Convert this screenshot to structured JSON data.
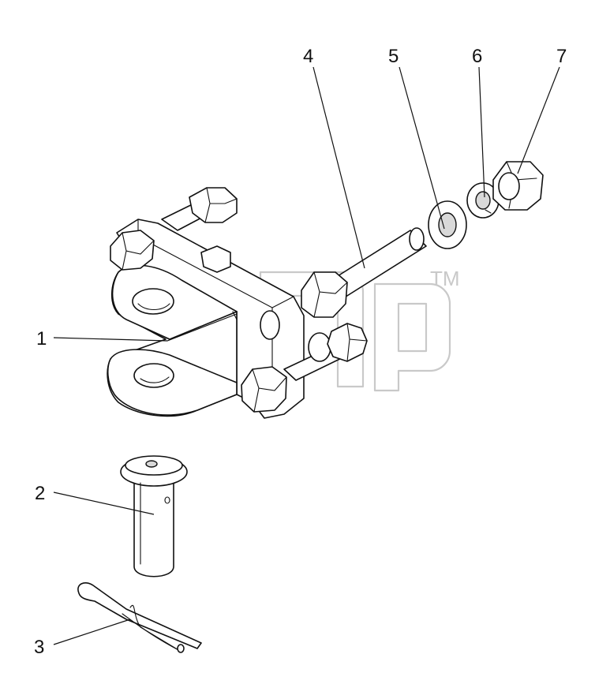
{
  "callouts": [
    {
      "id": "1",
      "label": "1"
    },
    {
      "id": "2",
      "label": "2"
    },
    {
      "id": "3",
      "label": "3"
    },
    {
      "id": "4",
      "label": "4"
    },
    {
      "id": "5",
      "label": "5"
    },
    {
      "id": "6",
      "label": "6"
    },
    {
      "id": "7",
      "label": "7"
    }
  ],
  "watermark": {
    "mark": "TM"
  }
}
